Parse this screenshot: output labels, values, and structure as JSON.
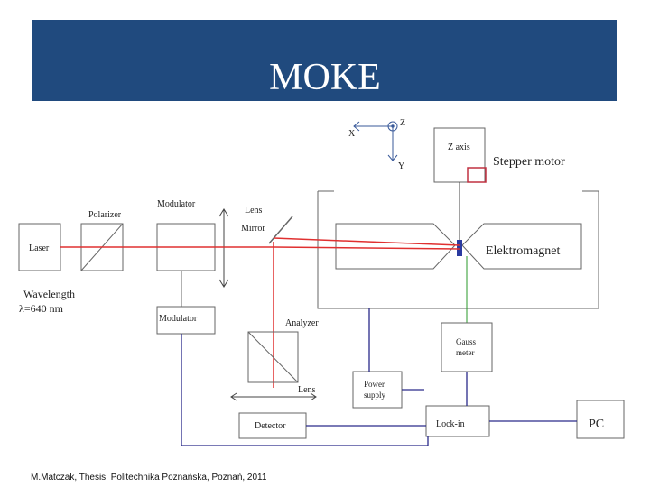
{
  "title": "MOKE",
  "axes": {
    "x": "X",
    "y": "Y",
    "z": "Z"
  },
  "labels": {
    "z_axis": "Z axis",
    "stepper_motor": "Stepper motor",
    "polarizer": "Polarizer",
    "modulator_top": "Modulator",
    "lens_top": "Lens",
    "mirror": "Mirror",
    "laser": "Laser",
    "elektromagnet": "Elektromagnet",
    "wavelength": "Wavelength",
    "wavelength_value": "λ=640 nm",
    "modulator_bottom": "Modulator",
    "analyzer": "Analyzer",
    "gauss": "Gauss",
    "meter": "meter",
    "lens_bottom": "Lens",
    "power": "Power",
    "supply": "supply",
    "detector": "Detector",
    "lockin": "Lock-in",
    "pc": "PC"
  },
  "citation": "M.Matczak, Thesis, Politechnika Poznańska, Poznań, 2011",
  "colors": {
    "banner": "#204a7e",
    "beam": "#e03030",
    "wire": "#2a2a8a",
    "green_wire": "#2a9a2a",
    "box": "#666666"
  }
}
